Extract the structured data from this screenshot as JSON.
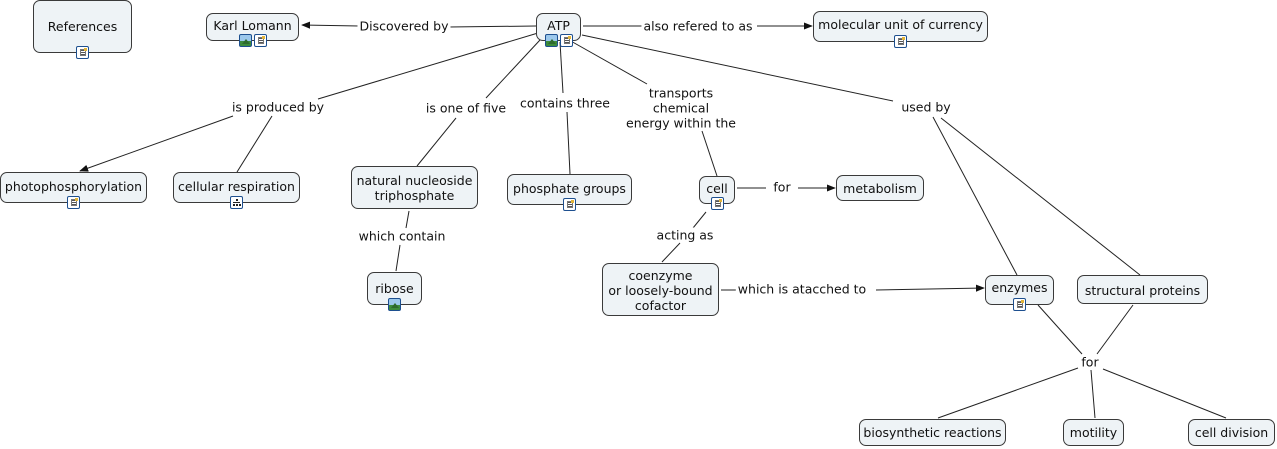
{
  "nodes": {
    "references": {
      "text": "References",
      "icons": [
        "doc"
      ]
    },
    "karl_lomann": {
      "text": "Karl Lomann",
      "icons": [
        "img",
        "doc"
      ]
    },
    "atp": {
      "text": "ATP",
      "icons": [
        "img",
        "doc"
      ]
    },
    "molecular_unit": {
      "text": "molecular unit of currency",
      "icons": [
        "doc"
      ]
    },
    "photophosphorylation": {
      "text": "photophosphorylation",
      "icons": [
        "doc"
      ]
    },
    "cellular_respiration": {
      "text": "cellular respiration",
      "icons": [
        "tree"
      ]
    },
    "nucleoside": {
      "text": "natural nucleoside\ntriphosphate",
      "icons": []
    },
    "phosphate_groups": {
      "text": "phosphate groups",
      "icons": [
        "doc"
      ]
    },
    "cell": {
      "text": "cell",
      "icons": [
        "doc"
      ]
    },
    "metabolism": {
      "text": "metabolism",
      "icons": []
    },
    "ribose": {
      "text": "ribose",
      "icons": [
        "img"
      ]
    },
    "coenzyme": {
      "text": "coenzyme\nor loosely-bound\ncofactor",
      "icons": []
    },
    "enzymes": {
      "text": "enzymes",
      "icons": [
        "doc"
      ]
    },
    "structural_proteins": {
      "text": "structural proteins",
      "icons": []
    },
    "biosynthetic": {
      "text": "biosynthetic reactions",
      "icons": []
    },
    "motility": {
      "text": "motility",
      "icons": []
    },
    "cell_division": {
      "text": "cell division",
      "icons": []
    }
  },
  "links": {
    "discovered_by": "Discovered by",
    "also_refered": "also refered to as",
    "is_produced_by": "is produced by",
    "is_one_of_five": "is one of five",
    "contains_three": "contains three",
    "transports": "transports\nchemical\nenergy within the",
    "used_by": "used by",
    "for_metabolism": "for",
    "which_contain": "which contain",
    "acting_as": "acting as",
    "attached_to": "which is atacched to",
    "for_enzymes": "for"
  }
}
